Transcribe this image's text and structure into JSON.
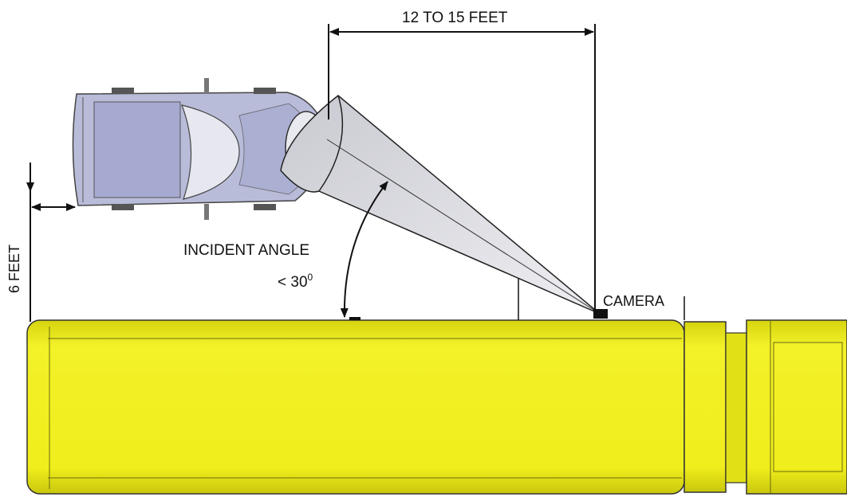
{
  "labels": {
    "distance": "12 TO 15  FEET",
    "offset": "6  FEET",
    "angle_line1": "INCIDENT ANGLE",
    "angle_line2_prefix": "< 30",
    "angle_degree": "0",
    "camera": "CAMERA"
  },
  "colors": {
    "vehicle_body": "#b9bcd9",
    "vehicle_roof": "#a6aad0",
    "windshield": "#e6e7ef",
    "trailer_yellow": "#f2f020",
    "trailer_shade": "#d8d612",
    "beam_fill": "#d7d8de",
    "line": "#111111"
  },
  "icons": {
    "camera": "camera-block-icon",
    "arrow": "dimension-arrow-icon"
  }
}
